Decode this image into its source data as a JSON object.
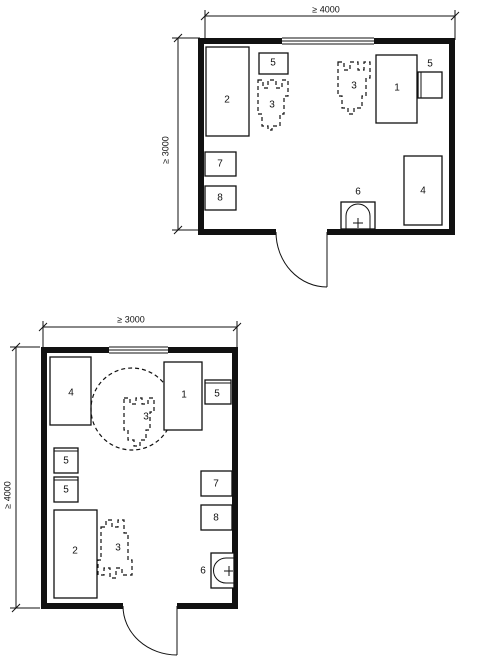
{
  "plan_top": {
    "width_dimension": "≥ 4000",
    "depth_dimension": "≥ 3000",
    "labels": [
      "1",
      "2",
      "3",
      "3",
      "4",
      "5",
      "5",
      "6",
      "7",
      "8"
    ]
  },
  "plan_bottom": {
    "width_dimension": "≥ 3000",
    "depth_dimension": "≥ 4000",
    "labels": [
      "1",
      "2",
      "3",
      "3",
      "4",
      "5",
      "5",
      "5",
      "6",
      "7",
      "8"
    ]
  }
}
